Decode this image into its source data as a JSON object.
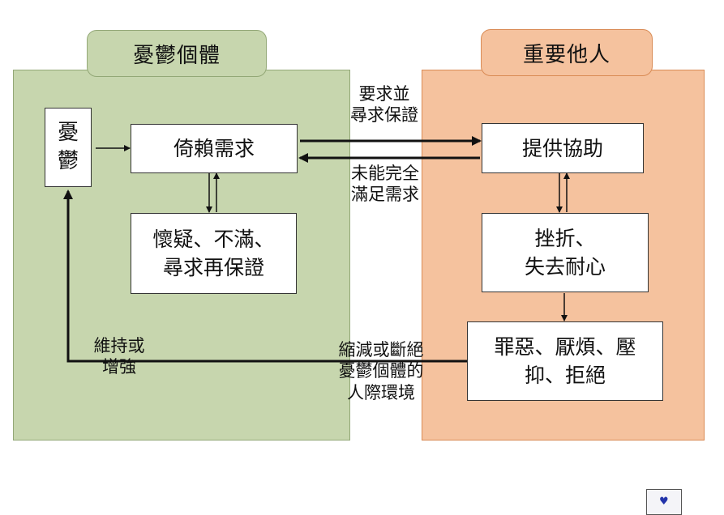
{
  "left_group": {
    "title": "憂鬱個體"
  },
  "right_group": {
    "title": "重要他人"
  },
  "boxes": {
    "depression": "憂\n鬱",
    "dependency": "倚賴需求",
    "doubt": "懷疑、不滿、\n尋求再保證",
    "help": "提供協助",
    "frustration": "挫折、\n失去耐心",
    "guilt": "罪惡、厭煩、壓\n抑、拒絕"
  },
  "labels": {
    "demand": "要求並\n尋求保證",
    "unmet": "未能完全\n滿足需求",
    "maintain": "維持或\n增強",
    "reduce": "縮減或斷絕\n憂鬱個體的\n人際環境"
  },
  "colors": {
    "left_fill": "#c7d6ae",
    "right_fill": "#f5c29e",
    "arrow": "#111111"
  },
  "icons": [
    "envelope-heart-icon"
  ]
}
